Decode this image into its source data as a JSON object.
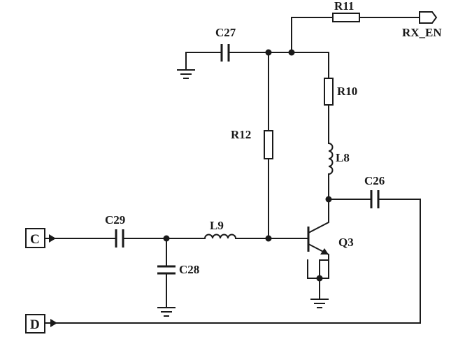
{
  "ports": {
    "c": "C",
    "d": "D",
    "rx_en": "RX_EN"
  },
  "components": {
    "r11": "R11",
    "r10": "R10",
    "r12": "R12",
    "c27": "C27",
    "c26": "C26",
    "c29": "C29",
    "c28": "C28",
    "l8": "L8",
    "l9": "L9",
    "q3": "Q3"
  },
  "colors": {
    "ink": "#1a1a1a",
    "paper": "#ffffff"
  }
}
